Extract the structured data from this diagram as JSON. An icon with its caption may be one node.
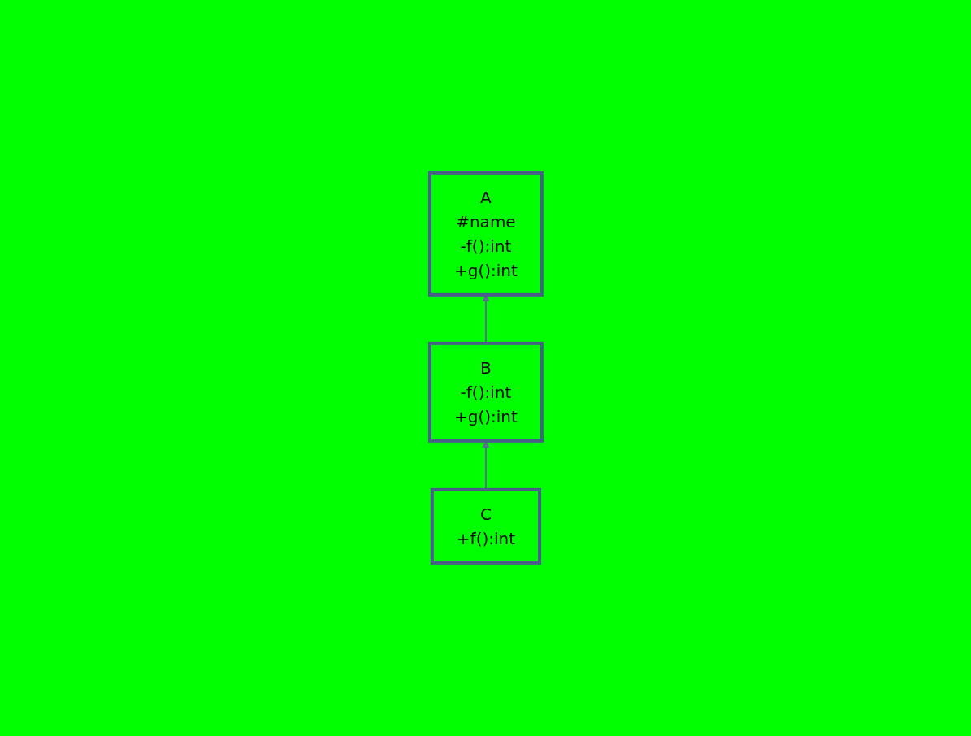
{
  "diagram": {
    "nodes": [
      {
        "text": [
          "A",
          "#name",
          "-f():int",
          "+g():int"
        ]
      },
      {
        "text": [
          "B",
          "-f():int",
          "+g():int"
        ]
      },
      {
        "text": [
          "C",
          "+f():int"
        ]
      }
    ],
    "edges": [
      {
        "from": 1,
        "to": 0,
        "arrow": "to"
      },
      {
        "from": 2,
        "to": 1,
        "arrow": "to"
      }
    ]
  }
}
